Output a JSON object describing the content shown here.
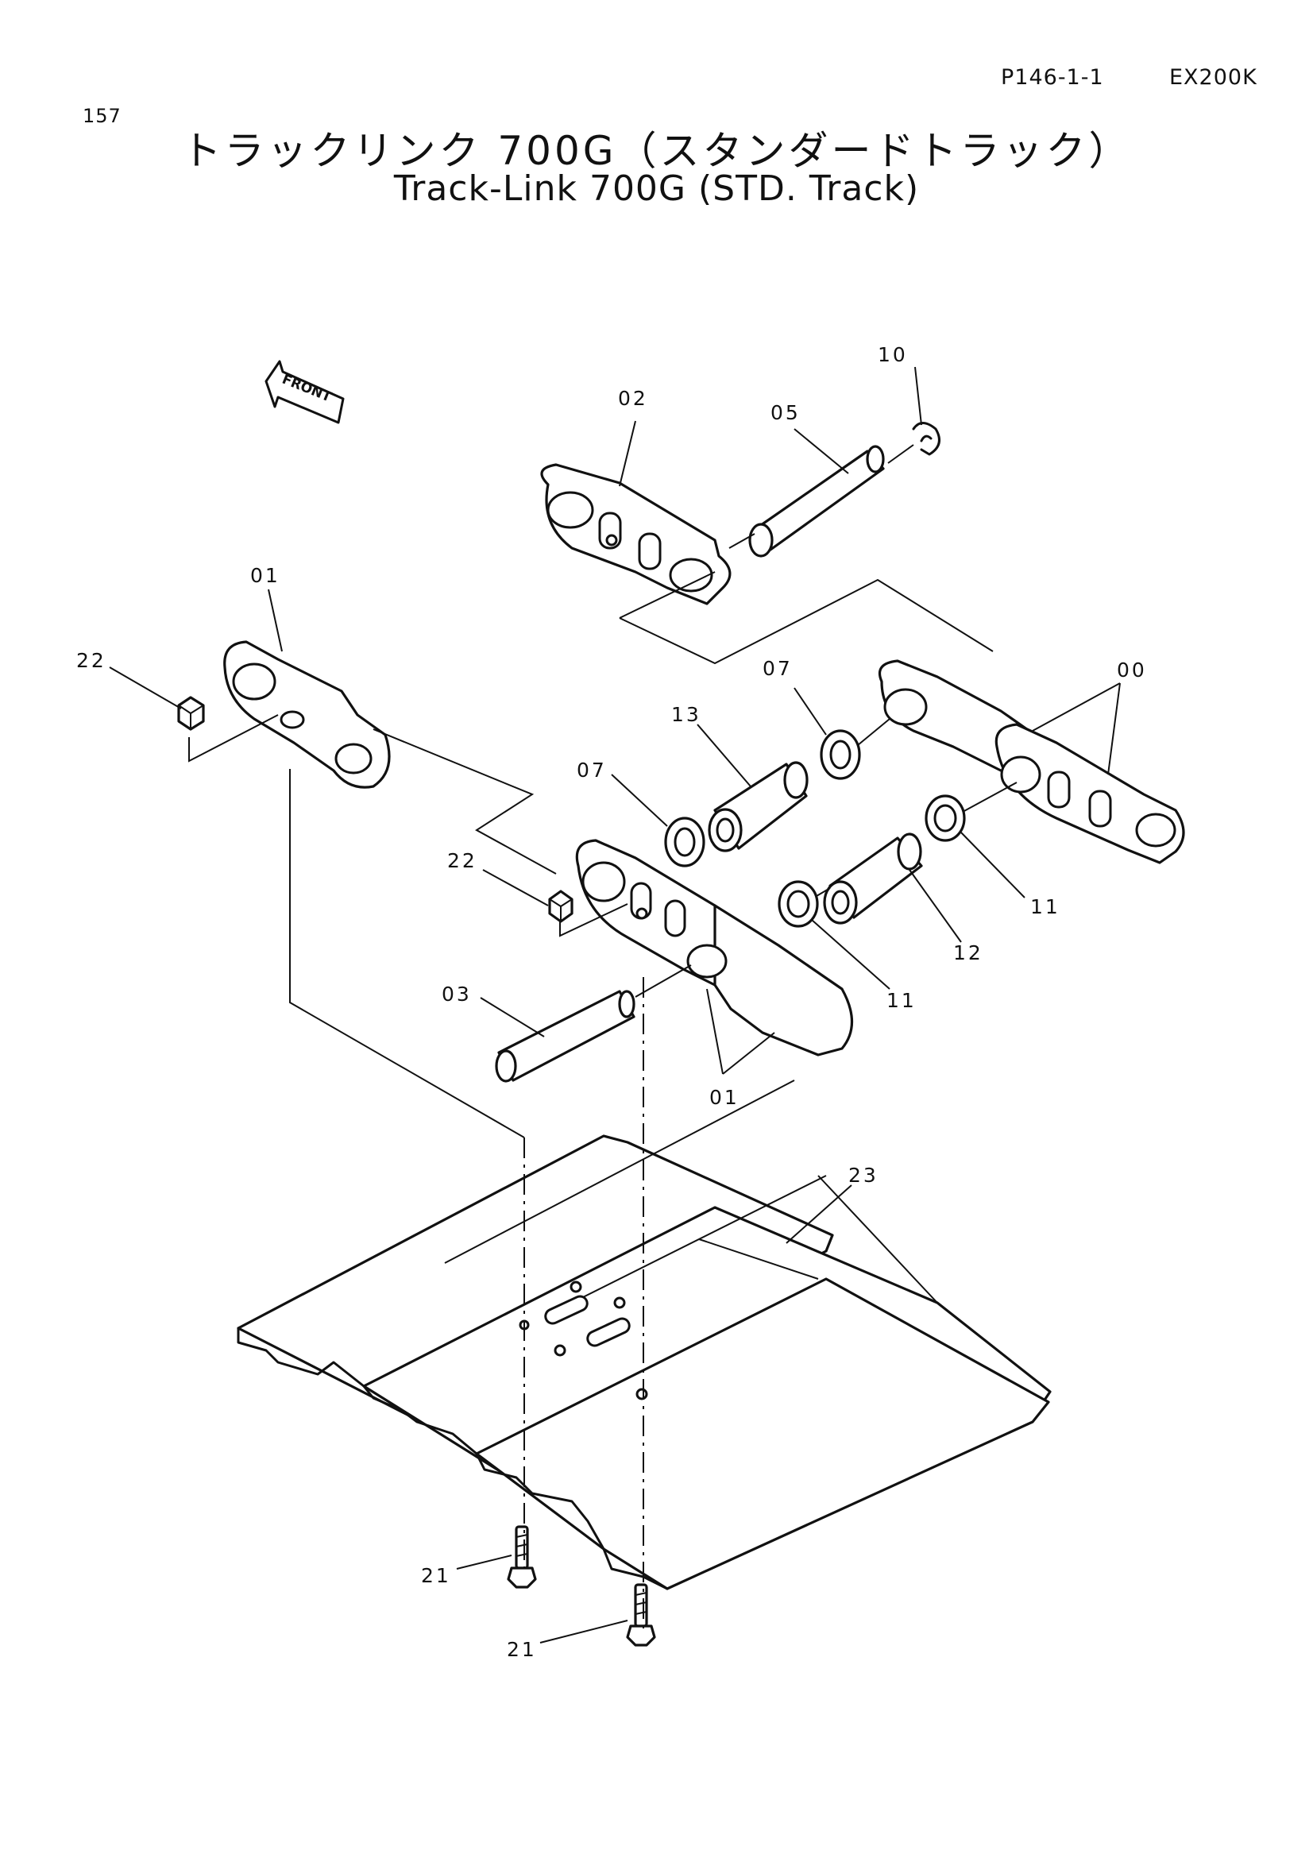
{
  "header": {
    "page_number": "157",
    "page_code": "P146-1-1",
    "model": "EX200K"
  },
  "title": {
    "japanese": "トラックリンク 700G（スタンダードトラック）",
    "english": "Track-Link 700G (STD. Track)"
  },
  "diagram": {
    "front_label": "FRONT",
    "callouts": {
      "c10": "10",
      "c02": "02",
      "c05": "05",
      "c01_top": "01",
      "c22_left": "22",
      "c07_right": "07",
      "c00": "00",
      "c13": "13",
      "c07_left": "07",
      "c22_mid": "22",
      "c11_right": "11",
      "c12": "12",
      "c11_left": "11",
      "c03": "03",
      "c01_bottom": "01",
      "c23": "23",
      "c21_left": "21",
      "c21_right": "21"
    }
  }
}
